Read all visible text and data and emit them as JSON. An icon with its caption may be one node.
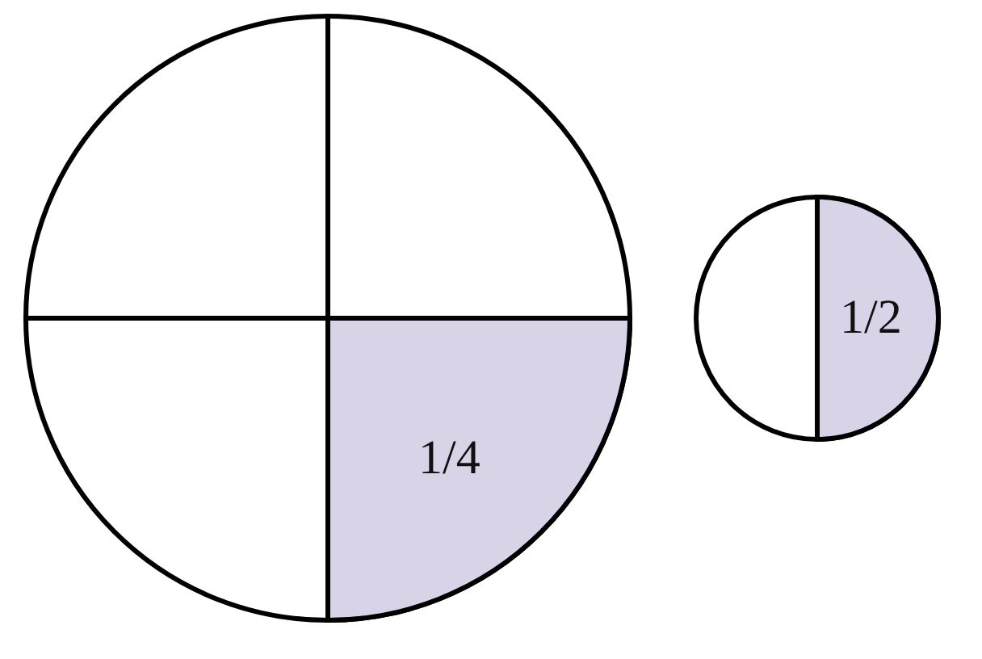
{
  "diagram": {
    "nodes": [
      {
        "text": [],
        "shape": "circle"
      },
      {
        "text": [
          "1/4"
        ],
        "in": 0
      },
      {
        "text": [],
        "shape": "circle"
      },
      {
        "text": [
          "1/2"
        ],
        "in": 2
      }
    ]
  }
}
